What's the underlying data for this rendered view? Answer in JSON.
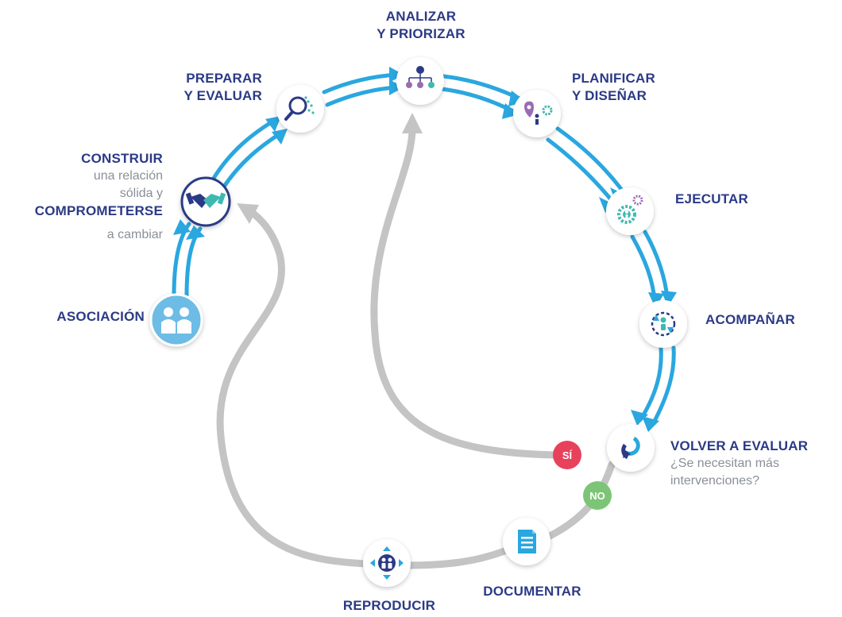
{
  "labels": {
    "analizar_1": "ANALIZAR",
    "analizar_2": "Y PRIORIZAR",
    "preparar_1": "PREPARAR",
    "preparar_2": "Y EVALUAR",
    "planificar_1": "PLANIFICAR",
    "planificar_2": "Y DISEÑAR",
    "construir": "CONSTRUIR",
    "construir_sub_1": "una relación",
    "construir_sub_2": "sólida y",
    "comprometerse": "COMPROMETERSE",
    "comprometerse_sub": "a cambiar",
    "ejecutar": "EJECUTAR",
    "asociacion": "ASOCIACIÓN",
    "acompanar": "ACOMPAÑAR",
    "volver": "VOLVER A EVALUAR",
    "volver_sub_1": "¿Se necesitan más",
    "volver_sub_2": "intervenciones?",
    "documentar": "DOCUMENTAR",
    "reproducir": "REPRODUCIR"
  },
  "badges": {
    "yes": "SÍ",
    "no": "NO"
  },
  "colors": {
    "cycle_blue": "#2aa7df",
    "loop_gray": "#c4c4c4",
    "label_navy": "#2b3a86",
    "sub_gray": "#8a8f98",
    "yes_red": "#e8415c",
    "no_green": "#7cc576",
    "teal": "#3fb9b0",
    "purple": "#9b6bb4",
    "light_blue": "#7fc8ea"
  },
  "icons": {
    "analizar": "hierarchy-icon",
    "preparar": "magnifier-icon",
    "planificar": "plan-gear-icon",
    "construir": "handshake-icon",
    "ejecutar": "gears-person-icon",
    "asociacion": "two-people-icon",
    "acompanar": "person-cycle-icon",
    "volver": "link-refresh-icon",
    "documentar": "document-icon",
    "reproducir": "people-network-icon"
  }
}
